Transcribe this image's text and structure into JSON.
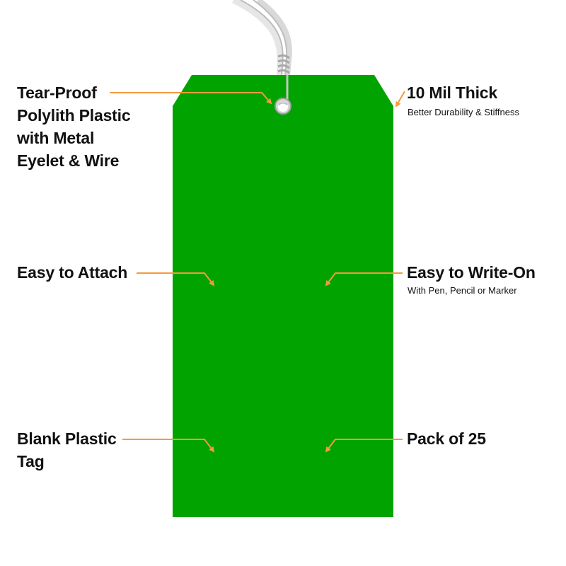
{
  "colors": {
    "tag_green": "#00A300",
    "callout_orange": "#F39A3C",
    "wire": "#C8C8C8",
    "text": "#111111"
  },
  "product": {
    "type": "blank plastic tag with wire",
    "tag_color": "green"
  },
  "callouts": {
    "top_left": {
      "lines": [
        "Tear-Proof",
        "Polylith Plastic",
        "with Metal",
        "Eyelet & Wire"
      ]
    },
    "top_right": {
      "title": "10 Mil Thick",
      "subtitle": "Better Durability & Stiffness"
    },
    "middle_left": {
      "title": "Easy to Attach"
    },
    "middle_right": {
      "title": "Easy to Write-On",
      "subtitle": "With Pen, Pencil or Marker"
    },
    "bottom_left": {
      "lines": [
        "Blank Plastic",
        "Tag"
      ]
    },
    "bottom_right": {
      "title": "Pack of 25"
    }
  }
}
